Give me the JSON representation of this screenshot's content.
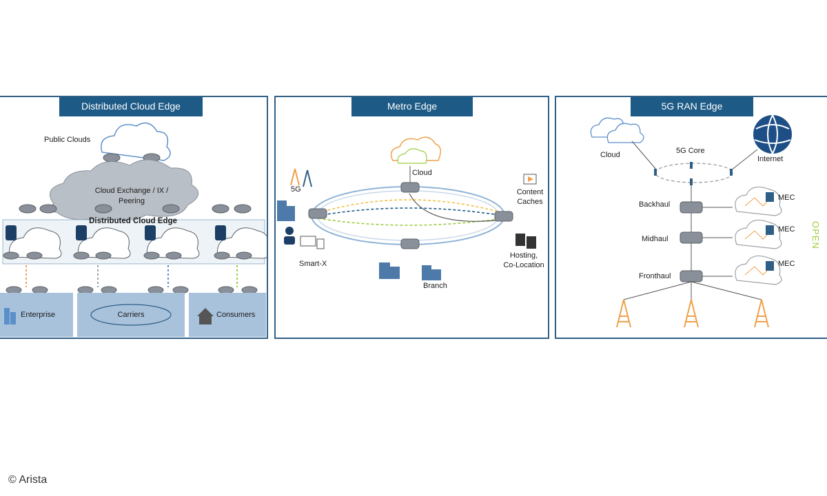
{
  "panels": {
    "distributed_cloud_edge": {
      "title": "Distributed Cloud Edge",
      "public_clouds": "Public Clouds",
      "cloud_exchange_line1": "Cloud Exchange / IX /",
      "cloud_exchange_line2": "Peering",
      "strip_label": "Distributed Cloud Edge",
      "enterprise": "Enterprise",
      "carriers": "Carriers",
      "consumers": "Consumers"
    },
    "metro_edge": {
      "title": "Metro Edge",
      "cloud": "Cloud",
      "five_g": "5G",
      "smart_x": "Smart-X",
      "branch": "Branch",
      "content_caches_line1": "Content",
      "content_caches_line2": "Caches",
      "hosting_line1": "Hosting,",
      "hosting_line2": "Co-Location"
    },
    "ran_edge": {
      "title": "5G RAN Edge",
      "cloud": "Cloud",
      "core": "5G Core",
      "internet": "Internet",
      "backhaul": "Backhaul",
      "midhaul": "Midhaul",
      "fronthaul": "Fronthaul",
      "mec1": "MEC",
      "mec2": "MEC",
      "mec3": "MEC",
      "open": "OPEN"
    }
  },
  "colors": {
    "title_bar": "#1d5a86",
    "border": "#2f5f86",
    "box_fill": "#a9c2dc",
    "accent_orange": "#f0a04b",
    "accent_green": "#9ccc3c",
    "accent_blue": "#5b8fc9"
  },
  "footer": {
    "copyright": "© Arista"
  }
}
